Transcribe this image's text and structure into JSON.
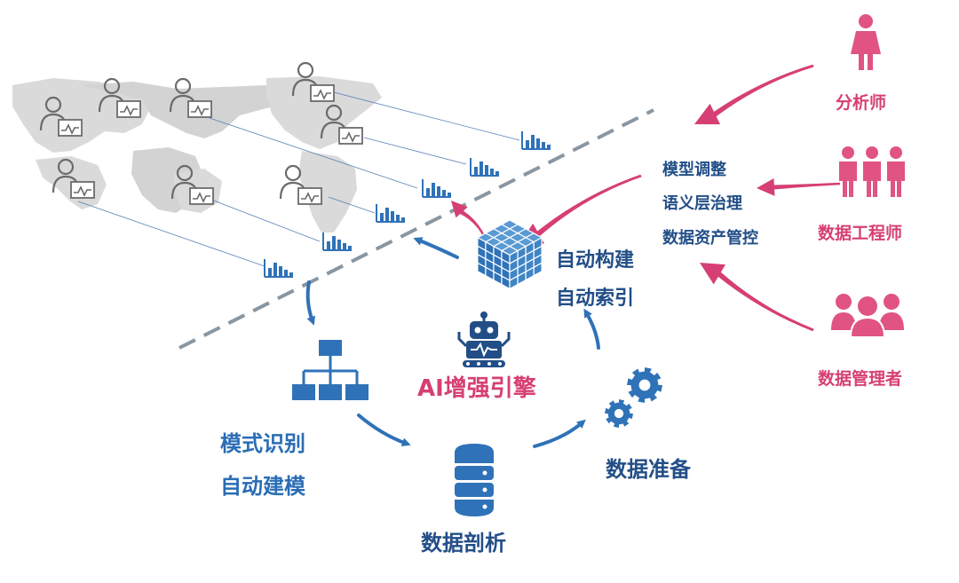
{
  "colors": {
    "blue": "#2f72b8",
    "dark_blue": "#224e87",
    "pink": "#d63f74",
    "grey_map": "#d9d9d9",
    "dash": "#8a96a0",
    "icon_grey": "#6b6b6b"
  },
  "engine": {
    "label": "AI增强引擎"
  },
  "cycle": {
    "auto_build": "自动构建",
    "auto_index": "自动索引",
    "pattern_recognition": "模式识别",
    "auto_modeling": "自动建模",
    "data_profiling": "数据剖析",
    "data_preparation": "数据准备"
  },
  "tasks": {
    "model_tuning": "模型调整",
    "semantic_governance": "语义层治理",
    "asset_management": "数据资产管控"
  },
  "roles": {
    "analyst": "分析师",
    "data_engineer": "数据工程师",
    "data_manager": "数据管理者"
  },
  "icons": {
    "users": "user-monitor-icon",
    "reports": "bar-chart-icon",
    "cube": "cube-grid-icon",
    "robot": "robot-icon",
    "hierarchy": "hierarchy-icon",
    "database": "database-icon",
    "gears": "gears-icon",
    "analyst": "woman-icon",
    "engineers": "people-group-icon",
    "managers": "users-group-icon"
  }
}
